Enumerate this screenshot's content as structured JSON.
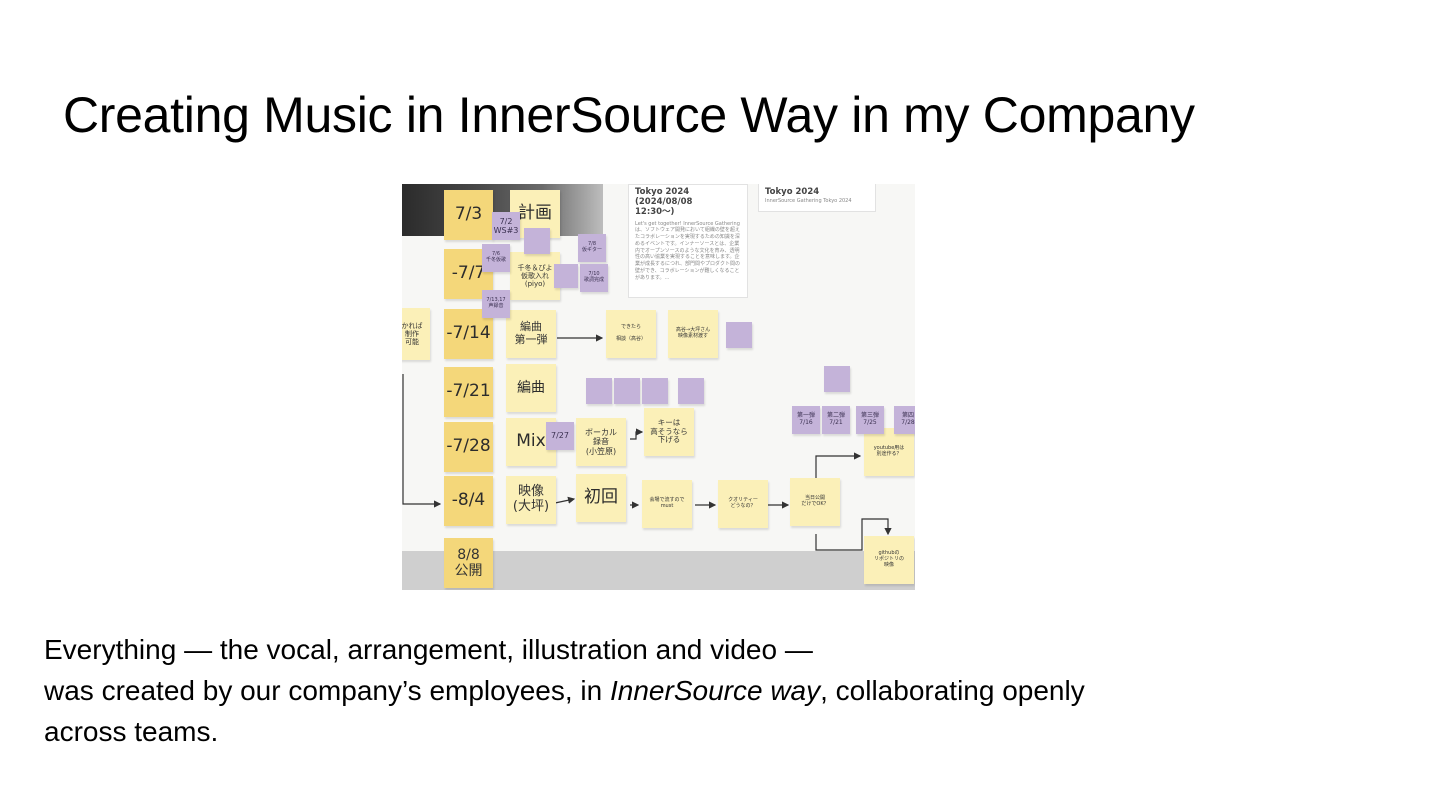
{
  "slide": {
    "title": "Creating Music in InnerSource Way in my Company",
    "description": {
      "line1": "Everything — the vocal, arrangement, illustration and video —",
      "line2_prefix": "was created by our company’s employees, in ",
      "line2_emphasis": "InnerSource way",
      "line2_suffix": ", collaborating openly",
      "line3": "across teams."
    }
  },
  "board": {
    "dates": [
      "7/3",
      "-7/7",
      "-7/14",
      "-7/21",
      "-7/28",
      "-8/4",
      "8/8\n公開"
    ],
    "left_note": "かれば\n制作\n可能",
    "tasks": {
      "plan": "計画",
      "kari": "千冬＆ぴよ\n仮歌入れ\n(piyo)",
      "arrange1": "編曲\n第一弾",
      "arrange": "編曲",
      "mix": "Mix",
      "video": "映像\n(大坪)",
      "first": "初回",
      "vocal": "ボーカル\n録音\n(小笠原)",
      "key": "キーは\n高そうなら\n下げる",
      "dekitara": "できたら\n\n相談（高谷）",
      "takaya": "高谷→大坪さん\n映像素材渡す",
      "must": "会場で流すので\nmust",
      "quality": "クオリティー\nどうなの？",
      "ok": "当日公開\nだけでOK？",
      "youtube": "youtube用は\n別途作る？",
      "github": "githubの\nリポジトリの\n映像"
    },
    "purple": {
      "p72": "7/2\nWS#3",
      "p76": "7/6\n千冬仮歌",
      "p7817": "7/13,17\n声録音",
      "p78": "7/8\n仮ギター",
      "p710": "7/10\n歌詞完成",
      "p727": "7/27",
      "s1": "第一弾\n7/16",
      "s2": "第二弾\n7/21",
      "s3": "第三弾\n7/25",
      "s4": "第四\n7/28"
    },
    "cards": {
      "left_title": "Tokyo 2024 (2024/08/08\n12:30〜)",
      "left_body": "Let's get together! InnerSource Gatheringは、ソフトウェア開発において組織の壁を超えたコラボレーションを実現するための知識を深めるイベントです。インナーソースとは、企業内でオープンソースのような文化を育み、透明性の高い協業を実現することを意味します。企業が成長するにつれ、部門間やプロダクト間の壁ができ、コラボレーションが難しくなることがあります。…",
      "right_title": "Tokyo 2024",
      "right_body": "InnerSource Gathering Tokyo 2024"
    }
  }
}
